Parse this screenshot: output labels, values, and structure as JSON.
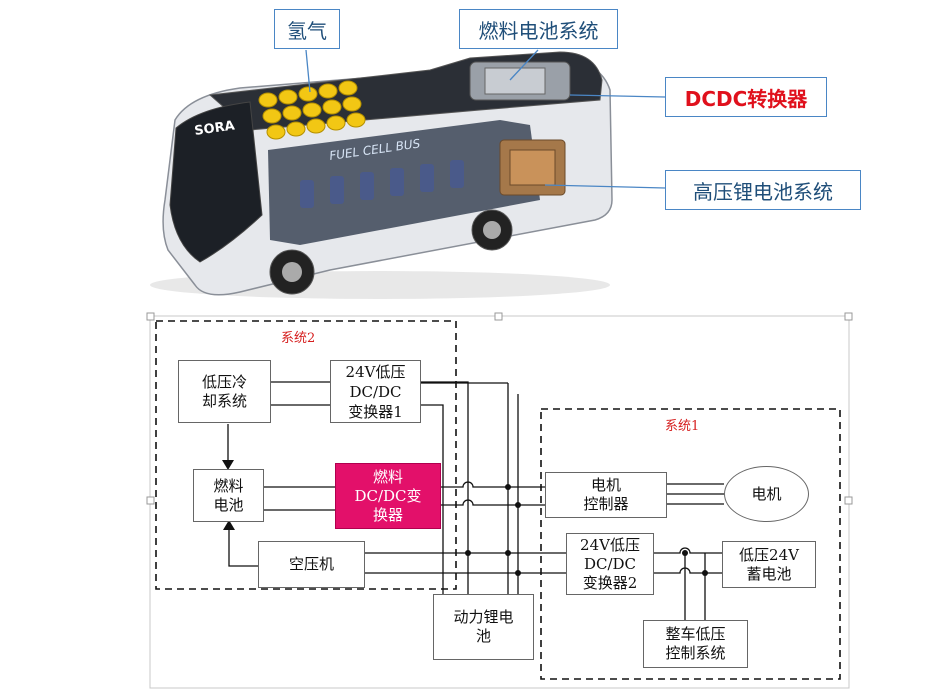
{
  "top_labels": {
    "hydrogen": "氢气",
    "fuel_cell_system": "燃料电池系统",
    "dcdc_converter": "DCDC转换器",
    "hv_battery_system": "高压锂电池系统"
  },
  "bus": {
    "brand": "SORA",
    "side_text": "FUEL CELL BUS"
  },
  "diagram": {
    "system2_label": "系统2",
    "system1_label": "系统1",
    "blocks": {
      "lv_cooling": "低压冷\n却系统",
      "dcdc_24v_1": "24V低压\nDC/DC\n变换器1",
      "fuel_cell": "燃料\n电池",
      "fc_dcdc": "燃料\nDC/DC变\n换器",
      "air_compressor": "空压机",
      "motor_controller": "电机\n控制器",
      "motor": "电机",
      "dcdc_24v_2": "24V低压\nDC/DC\n变换器2",
      "battery_24v": "低压24V\n蓄电池",
      "vehicle_lv_control": "整车低压\n控制系统",
      "power_battery": "动力锂电\n池"
    }
  },
  "colors": {
    "callout_border": "#4a86c5",
    "callout_text": "#1f4e79",
    "accent_red": "#e0101c",
    "fc_dcdc_fill": "#e3106a"
  }
}
